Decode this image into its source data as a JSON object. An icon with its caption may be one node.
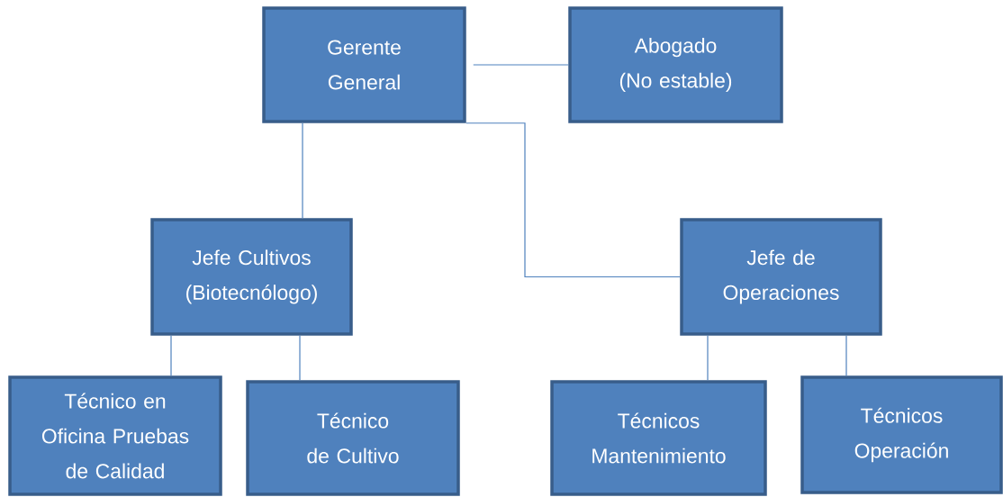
{
  "diagram": {
    "nodes": [
      {
        "text": [
          "Gerente General"
        ]
      },
      {
        "text": [
          "Abogado (No estable)"
        ]
      },
      {
        "text": [
          "Jefe Cultivos (Biotecnólogo)"
        ]
      },
      {
        "text": [
          "Jefe de Operaciones"
        ]
      },
      {
        "text": [
          "Técnico en Oficina Pruebas de Calidad"
        ]
      },
      {
        "text": [
          "Técnico de Cultivo"
        ]
      },
      {
        "text": [
          "Técnicos Mantenimiento"
        ]
      },
      {
        "text": [
          "Técnicos Operación"
        ]
      }
    ],
    "edges": [
      {
        "from": 0,
        "to": 1,
        "arrow": "none"
      },
      {
        "from": 0,
        "to": 2,
        "arrow": "none"
      },
      {
        "from": 0,
        "to": 3,
        "arrow": "none"
      },
      {
        "from": 2,
        "to": 4,
        "arrow": "none"
      },
      {
        "from": 2,
        "to": 5,
        "arrow": "none"
      },
      {
        "from": 3,
        "to": 6,
        "arrow": "none"
      },
      {
        "from": 3,
        "to": 7,
        "arrow": "none"
      }
    ]
  }
}
